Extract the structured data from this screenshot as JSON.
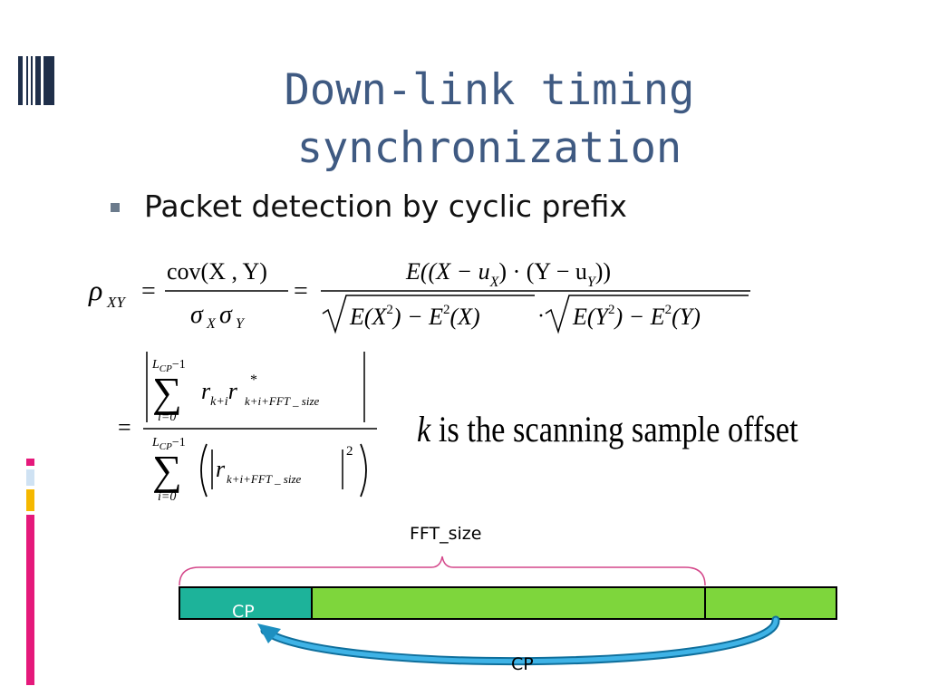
{
  "title": {
    "line1": "Down-link timing",
    "line2": "synchronization"
  },
  "bullet": {
    "text": "Packet detection by cyclic prefix"
  },
  "equation1": {
    "lhs": "ρ",
    "lhs_sub": "XY",
    "frac1_num": "cov(X , Y)",
    "frac1_den_a": "σ",
    "frac1_den_a_sub": "X",
    "frac1_den_b": "σ",
    "frac1_den_b_sub": "Y",
    "frac2_num": "E((X − u",
    "frac2_num_sub1": "X",
    "frac2_num_mid": ") · (Y − u",
    "frac2_num_sub2": "Y",
    "frac2_num_end": "))",
    "frac2_den_left": "E(X",
    "frac2_den_left_b": ") − E",
    "frac2_den_left_c": "(X)",
    "frac2_den_dot": "·",
    "frac2_den_right": "E(Y",
    "frac2_den_right_b": ") − E",
    "frac2_den_right_c": "(Y)",
    "exp2": "2",
    "equals": "="
  },
  "equation2": {
    "equals": "=",
    "sum_upper": "L",
    "sum_upper_sub": "CP",
    "sum_upper_tail": "−1",
    "sum_lower": "i=0",
    "sigma": "∑",
    "num_r1": "r",
    "num_r1_sub": "k+i",
    "num_r2": "r",
    "num_r2_sup": "*",
    "num_r2_sub": "k+i+FFT _ size",
    "den_r": "r",
    "den_r_sub": "k+i+FFT _ size",
    "den_exp": "2"
  },
  "offset_note": {
    "var": "k",
    "text": " is the scanning sample offset"
  },
  "diagram": {
    "fft_label": "FFT_size",
    "cp_inner_label": "CP",
    "cp_arrow_label": "CP",
    "colors": {
      "cp_block": "#1db39a",
      "data_block": "#7ed63c",
      "arrow": "#1d8fc0",
      "brace": "#d4478a"
    }
  },
  "colors": {
    "title": "#3f5a82",
    "side_bar_magenta": "#e5197b",
    "side_bar_yellow": "#f5b800",
    "side_bar_lightblue": "#cfe2f3"
  }
}
